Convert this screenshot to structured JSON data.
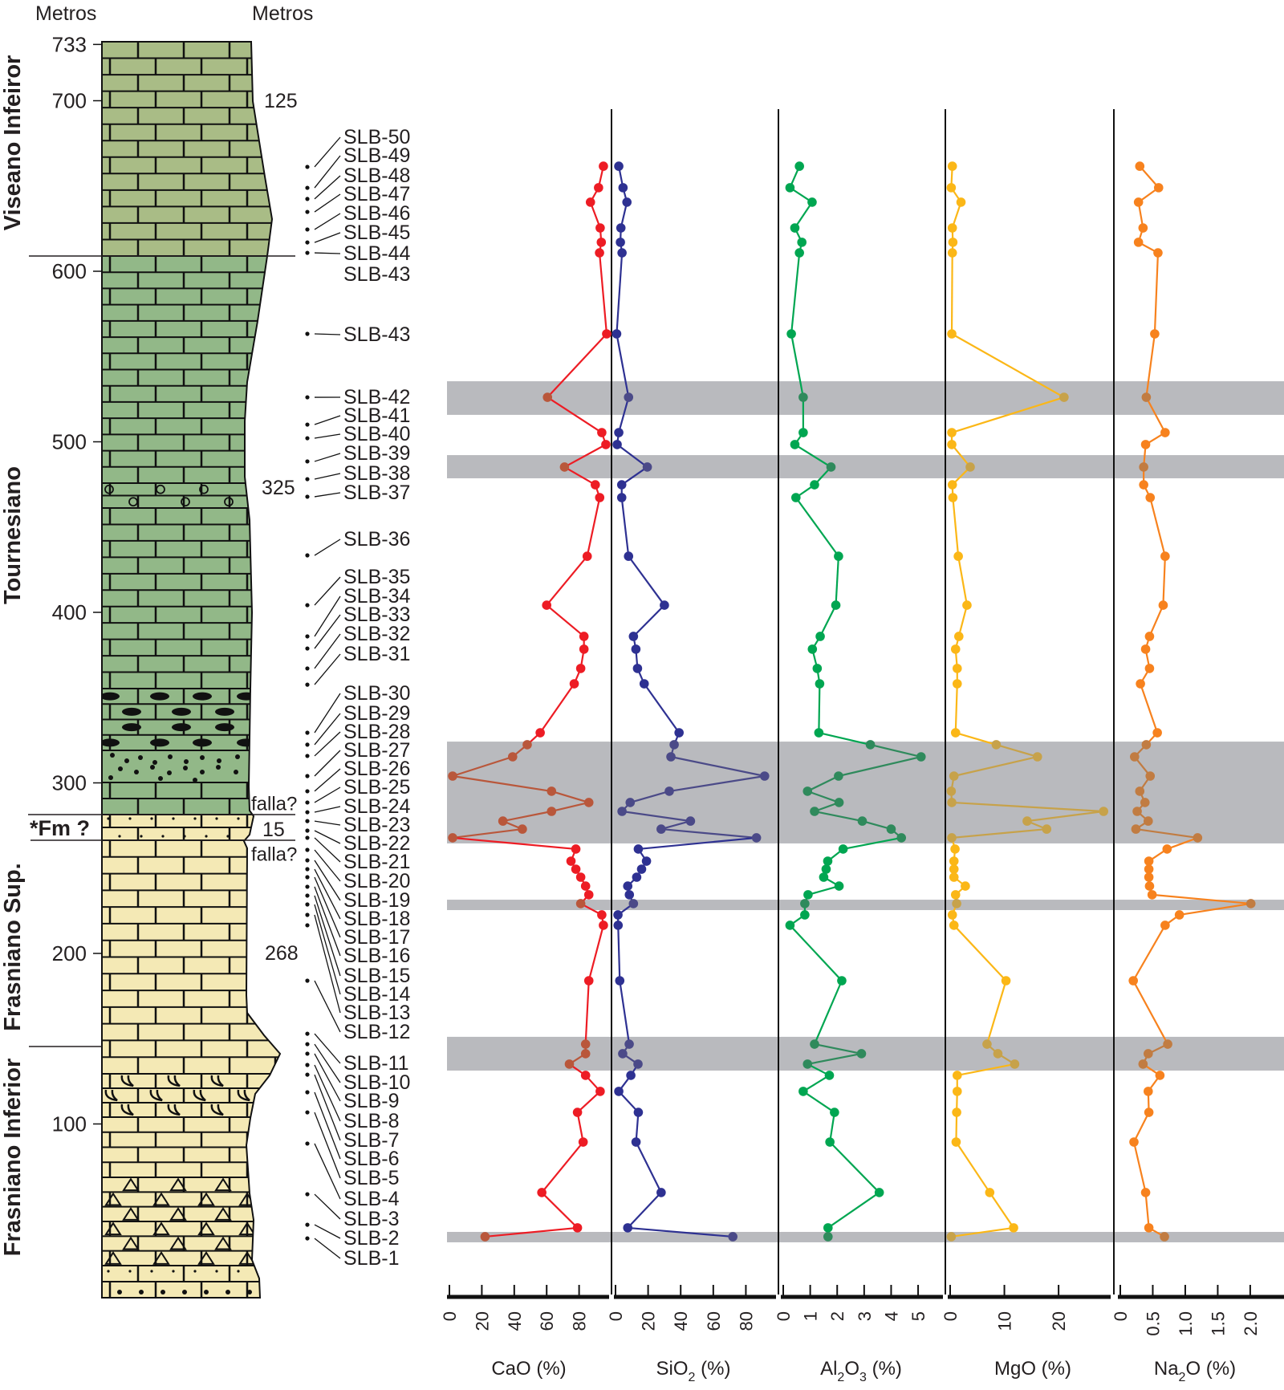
{
  "header": {
    "left_axis_title": "Metros",
    "right_axis_title": "Metros"
  },
  "column": {
    "depth_ticks": [
      "733",
      "700",
      "600",
      "500",
      "400",
      "300",
      "200",
      "100"
    ],
    "periods": [
      "Viseano Infeiror",
      "Tournesiano",
      "Frasniano Sup.",
      "Frasniano Inferior"
    ],
    "formation_label": "*Fm ?",
    "thickness_labels": [
      "125",
      "325",
      "15",
      "268"
    ],
    "fault_labels": [
      "falla?",
      "falla?"
    ],
    "fills": {
      "viseano": "#a9bc86",
      "tournesiano": "#92b888",
      "frasniano": "#f4e9b5"
    },
    "sample_labels": [
      "SLB-50",
      "SLB-49",
      "SLB-48",
      "SLB-47",
      "SLB-46",
      "SLB-45",
      "SLB-44",
      "SLB-43",
      "SLB-43",
      "SLB-42",
      "SLB-41",
      "SLB-40",
      "SLB-39",
      "SLB-38",
      "SLB-37",
      "SLB-36",
      "SLB-35",
      "SLB-34",
      "SLB-33",
      "SLB-32",
      "SLB-31",
      "SLB-30",
      "SLB-29",
      "SLB-28",
      "SLB-27",
      "SLB-26",
      "SLB-25",
      "SLB-24",
      "SLB-23",
      "SLB-22",
      "SLB-21",
      "SLB-20",
      "SLB-19",
      "SLB-18",
      "SLB-17",
      "SLB-16",
      "SLB-15",
      "SLB-14",
      "SLB-13",
      "SLB-12",
      "SLB-11",
      "SLB-10",
      "SLB-9",
      "SLB-8",
      "SLB-7",
      "SLB-6",
      "SLB-5",
      "SLB-4",
      "SLB-3",
      "SLB-2",
      "SLB-1"
    ],
    "sample_dot_depths": [
      661.2,
      648.9,
      642.4,
      634.8,
      624.5,
      616.9,
      610.8,
      563.3,
      526.1,
      510.1,
      502.1,
      488.5,
      478.1,
      467.8,
      433.4,
      404.2,
      385.9,
      378.8,
      367.1,
      357.6,
      329.4,
      322.4,
      315.8,
      304.0,
      295.1,
      288.5,
      282.8,
      277.6,
      272.0,
      267.8,
      260.7,
      254.6,
      249.4,
      244.7,
      239.1,
      233.9,
      228.7,
      222.6,
      216.5,
      184.0,
      152.9,
      146.8,
      141.2,
      134.6,
      128.9,
      118.6,
      106.8,
      88.5,
      58.8,
      40.9,
      32.9
    ]
  },
  "chart_data": {
    "type": "line",
    "orientation": "vertical (depth on y axis)",
    "ylabel": "Metros",
    "ylim": [
      0,
      733
    ],
    "colors": {
      "CaO": "#ed1c24",
      "SiO2": "#2e3192",
      "Al2O3": "#00a651",
      "MgO": "#fbb717",
      "Na2O": "#f7821e"
    },
    "muted_colors": {
      "CaO": "#b9573b",
      "SiO2": "#4b4a88",
      "Al2O3": "#2f8a5c",
      "MgO": "#c7a24a",
      "Na2O": "#c17c42"
    },
    "band_color": "#b9babe",
    "panels": [
      {
        "key": "CaO",
        "title": [
          {
            "text": "CaO"
          },
          {
            "text": " (%)"
          }
        ],
        "ticks": [
          "0",
          "20",
          "40",
          "60",
          "80"
        ],
        "xlim": [
          0,
          99
        ]
      },
      {
        "key": "SiO2",
        "title": [
          {
            "text": "SiO"
          },
          {
            "text": "2",
            "sub": true
          },
          {
            "text": " (%)"
          }
        ],
        "ticks": [
          "0",
          "20",
          "40",
          "60",
          "80"
        ],
        "xlim": [
          0,
          99
        ]
      },
      {
        "key": "Al2O3",
        "title": [
          {
            "text": "Al"
          },
          {
            "text": "2",
            "sub": true
          },
          {
            "text": "O"
          },
          {
            "text": "3",
            "sub": true
          },
          {
            "text": " (%)"
          }
        ],
        "ticks": [
          "0",
          "1",
          "2",
          "3",
          "4",
          "5"
        ],
        "xlim": [
          0,
          5.98
        ]
      },
      {
        "key": "MgO",
        "title": [
          {
            "text": "MgO"
          },
          {
            "text": " (%)"
          }
        ],
        "ticks": [
          "0",
          "10",
          "20"
        ],
        "xlim": [
          0,
          29.9
        ]
      },
      {
        "key": "Na2O",
        "title": [
          {
            "text": "Na"
          },
          {
            "text": "2",
            "sub": true
          },
          {
            "text": "O (%)"
          }
        ],
        "ticks": [
          "0",
          "0.5",
          "1.0",
          "1.5",
          "2.0"
        ],
        "xlim": [
          0,
          2.52
        ]
      }
    ],
    "highlight_bands_depth": [
      [
        515.8,
        535.5
      ],
      [
        478.6,
        492.2
      ],
      [
        264.5,
        324.2
      ],
      [
        225.4,
        231.5
      ],
      [
        131.3,
        151.1
      ],
      [
        30.6,
        36.7
      ]
    ],
    "samples": [
      {
        "depth": 661.6,
        "CaO": 95,
        "SiO2": 2,
        "Al2O3": 0.6,
        "MgO": 0.4,
        "Na2O": 0.3
      },
      {
        "depth": 649.0,
        "CaO": 92,
        "SiO2": 4.6,
        "Al2O3": 0.25,
        "MgO": 0.2,
        "Na2O": 0.59
      },
      {
        "depth": 640.5,
        "CaO": 87,
        "SiO2": 7,
        "Al2O3": 1.07,
        "MgO": 2.0,
        "Na2O": 0.28
      },
      {
        "depth": 625.4,
        "CaO": 93,
        "SiO2": 3.3,
        "Al2O3": 0.43,
        "MgO": 0.4,
        "Na2O": 0.35
      },
      {
        "depth": 617.0,
        "CaO": 93.7,
        "SiO2": 3,
        "Al2O3": 0.69,
        "MgO": 0.5,
        "Na2O": 0.28
      },
      {
        "depth": 610.8,
        "CaO": 92.6,
        "SiO2": 4,
        "Al2O3": 0.6,
        "MgO": 0.4,
        "Na2O": 0.58
      },
      {
        "depth": 563.3,
        "CaO": 97,
        "SiO2": 0.7,
        "Al2O3": 0.3,
        "MgO": 0.3,
        "Na2O": 0.53
      },
      {
        "depth": 526.1,
        "CaO": 60.5,
        "SiO2": 8,
        "Al2O3": 0.74,
        "MgO": 21,
        "Na2O": 0.4
      },
      {
        "depth": 505.4,
        "CaO": 94,
        "SiO2": 2,
        "Al2O3": 0.74,
        "MgO": 0.3,
        "Na2O": 0.69
      },
      {
        "depth": 498.4,
        "CaO": 96.5,
        "SiO2": 1,
        "Al2O3": 0.43,
        "MgO": 0.3,
        "Na2O": 0.39
      },
      {
        "depth": 485.2,
        "CaO": 71,
        "SiO2": 19.5,
        "Al2O3": 1.77,
        "MgO": 3.7,
        "Na2O": 0.36
      },
      {
        "depth": 474.8,
        "CaO": 90,
        "SiO2": 3.8,
        "Al2O3": 1.16,
        "MgO": 0.4,
        "Na2O": 0.36
      },
      {
        "depth": 467.3,
        "CaO": 92.7,
        "SiO2": 3.8,
        "Al2O3": 0.47,
        "MgO": 0.5,
        "Na2O": 0.46
      },
      {
        "depth": 432.9,
        "CaO": 85,
        "SiO2": 8,
        "Al2O3": 2.05,
        "MgO": 1.5,
        "Na2O": 0.69
      },
      {
        "depth": 404.2,
        "CaO": 60,
        "SiO2": 30,
        "Al2O3": 1.95,
        "MgO": 3.1,
        "Na2O": 0.66
      },
      {
        "depth": 385.9,
        "CaO": 83,
        "SiO2": 11,
        "Al2O3": 1.37,
        "MgO": 1.6,
        "Na2O": 0.45
      },
      {
        "depth": 378.4,
        "CaO": 83,
        "SiO2": 12.5,
        "Al2O3": 1.08,
        "MgO": 1.0,
        "Na2O": 0.39
      },
      {
        "depth": 367.1,
        "CaO": 81,
        "SiO2": 13.5,
        "Al2O3": 1.26,
        "MgO": 1.3,
        "Na2O": 0.45
      },
      {
        "depth": 358.1,
        "CaO": 77,
        "SiO2": 17.6,
        "Al2O3": 1.35,
        "MgO": 1.3,
        "Na2O": 0.31
      },
      {
        "depth": 329.4,
        "CaO": 56,
        "SiO2": 39,
        "Al2O3": 1.32,
        "MgO": 1.0,
        "Na2O": 0.57
      },
      {
        "depth": 322.4,
        "CaO": 48,
        "SiO2": 36,
        "Al2O3": 3.23,
        "MgO": 8.5,
        "Na2O": 0.4
      },
      {
        "depth": 315.3,
        "CaO": 39,
        "SiO2": 34,
        "Al2O3": 5.11,
        "MgO": 16.1,
        "Na2O": 0.22
      },
      {
        "depth": 304.0,
        "CaO": 2,
        "SiO2": 91.5,
        "Al2O3": 2.05,
        "MgO": 0.7,
        "Na2O": 0.46
      },
      {
        "depth": 295.1,
        "CaO": 63,
        "SiO2": 33,
        "Al2O3": 0.9,
        "MgO": 0.2,
        "Na2O": 0.3
      },
      {
        "depth": 288.5,
        "CaO": 86,
        "SiO2": 9,
        "Al2O3": 2.07,
        "MgO": 0.3,
        "Na2O": 0.38
      },
      {
        "depth": 283.3,
        "CaO": 63,
        "SiO2": 4,
        "Al2O3": 1.16,
        "MgO": 28.3,
        "Na2O": 0.26
      },
      {
        "depth": 277.6,
        "CaO": 33,
        "SiO2": 46,
        "Al2O3": 2.93,
        "MgO": 14.2,
        "Na2O": 0.43
      },
      {
        "depth": 272.9,
        "CaO": 45,
        "SiO2": 28,
        "Al2O3": 4.0,
        "MgO": 17.8,
        "Na2O": 0.24
      },
      {
        "depth": 267.8,
        "CaO": 2,
        "SiO2": 86.5,
        "Al2O3": 4.38,
        "MgO": 0.3,
        "Na2O": 1.19
      },
      {
        "depth": 261.2,
        "CaO": 78,
        "SiO2": 14,
        "Al2O3": 2.22,
        "MgO": 0.9,
        "Na2O": 0.72
      },
      {
        "depth": 254.1,
        "CaO": 75,
        "SiO2": 19,
        "Al2O3": 1.65,
        "MgO": 0.7,
        "Na2O": 0.44
      },
      {
        "depth": 249.4,
        "CaO": 78,
        "SiO2": 16,
        "Al2O3": 1.59,
        "MgO": 0.7,
        "Na2O": 0.44
      },
      {
        "depth": 244.7,
        "CaO": 81,
        "SiO2": 13,
        "Al2O3": 1.5,
        "MgO": 0.7,
        "Na2O": 0.44
      },
      {
        "depth": 239.5,
        "CaO": 84,
        "SiO2": 7.5,
        "Al2O3": 2.07,
        "MgO": 2.8,
        "Na2O": 0.45
      },
      {
        "depth": 234.4,
        "CaO": 86,
        "SiO2": 8.5,
        "Al2O3": 0.92,
        "MgO": 1.0,
        "Na2O": 0.49
      },
      {
        "depth": 229.2,
        "CaO": 81,
        "SiO2": 11,
        "Al2O3": 0.8,
        "MgO": 1.2,
        "Na2O": 2.01
      },
      {
        "depth": 222.6,
        "CaO": 94,
        "SiO2": 1.5,
        "Al2O3": 0.8,
        "MgO": 0.4,
        "Na2O": 0.91
      },
      {
        "depth": 216.5,
        "CaO": 95,
        "SiO2": 1.6,
        "Al2O3": 0.25,
        "MgO": 0.7,
        "Na2O": 0.69
      },
      {
        "depth": 184.0,
        "CaO": 86,
        "SiO2": 2.6,
        "Al2O3": 2.17,
        "MgO": 10.3,
        "Na2O": 0.2
      },
      {
        "depth": 146.8,
        "CaO": 84,
        "SiO2": 8.4,
        "Al2O3": 1.16,
        "MgO": 6.8,
        "Na2O": 0.73
      },
      {
        "depth": 141.2,
        "CaO": 84,
        "SiO2": 4.4,
        "Al2O3": 2.9,
        "MgO": 8.8,
        "Na2O": 0.43
      },
      {
        "depth": 135.1,
        "CaO": 74,
        "SiO2": 13.8,
        "Al2O3": 0.9,
        "MgO": 11.9,
        "Na2O": 0.35
      },
      {
        "depth": 128.5,
        "CaO": 84,
        "SiO2": 9.4,
        "Al2O3": 1.71,
        "MgO": 1.3,
        "Na2O": 0.61
      },
      {
        "depth": 119.1,
        "CaO": 93,
        "SiO2": 2,
        "Al2O3": 0.74,
        "MgO": 1.3,
        "Na2O": 0.43
      },
      {
        "depth": 106.8,
        "CaO": 79,
        "SiO2": 14,
        "Al2O3": 1.9,
        "MgO": 1.2,
        "Na2O": 0.44
      },
      {
        "depth": 89.4,
        "CaO": 82.5,
        "SiO2": 12.6,
        "Al2O3": 1.73,
        "MgO": 1.1,
        "Na2O": 0.21
      },
      {
        "depth": 59.8,
        "CaO": 57,
        "SiO2": 28,
        "Al2O3": 3.56,
        "MgO": 7.3,
        "Na2O": 0.39
      },
      {
        "depth": 39.1,
        "CaO": 79,
        "SiO2": 7.5,
        "Al2O3": 1.66,
        "MgO": 11.7,
        "Na2O": 0.44
      },
      {
        "depth": 33.9,
        "CaO": 22,
        "SiO2": 72,
        "Al2O3": 1.66,
        "MgO": 0.2,
        "Na2O": 0.68
      }
    ]
  }
}
